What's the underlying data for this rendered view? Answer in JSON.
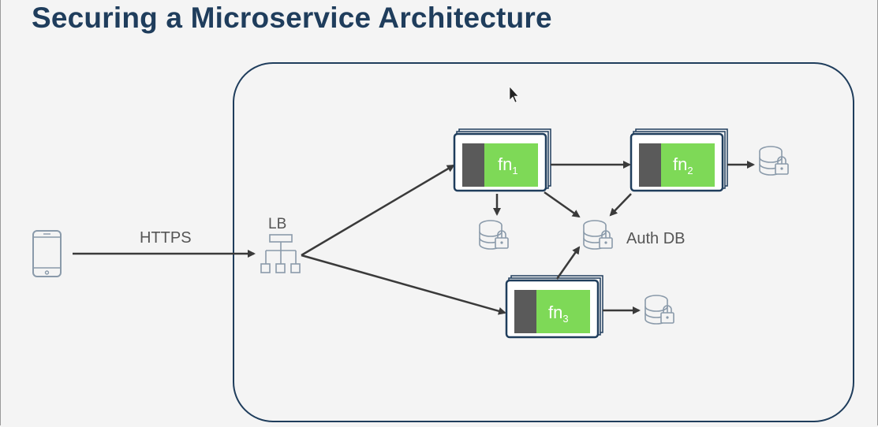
{
  "slide": {
    "title": "Securing a Microservice Architecture"
  },
  "diagram": {
    "client_label": "",
    "protocol_label": "HTTPS",
    "load_balancer_label": "LB",
    "auth_db_label": "Auth DB",
    "functions": [
      {
        "name": "fn",
        "sub": "1"
      },
      {
        "name": "fn",
        "sub": "2"
      },
      {
        "name": "fn",
        "sub": "3"
      }
    ],
    "icons": [
      "phone-icon",
      "load-balancer-icon",
      "database-lock-icon"
    ],
    "colors": {
      "title": "#1f3d5c",
      "boundary": "#1f3d5c",
      "function_fill": "#7ed957",
      "function_bar": "#5a5a5a",
      "function_border": "#1f3d5c",
      "arrow": "#3a3a3a",
      "icon_line": "#8a9aaa"
    }
  }
}
